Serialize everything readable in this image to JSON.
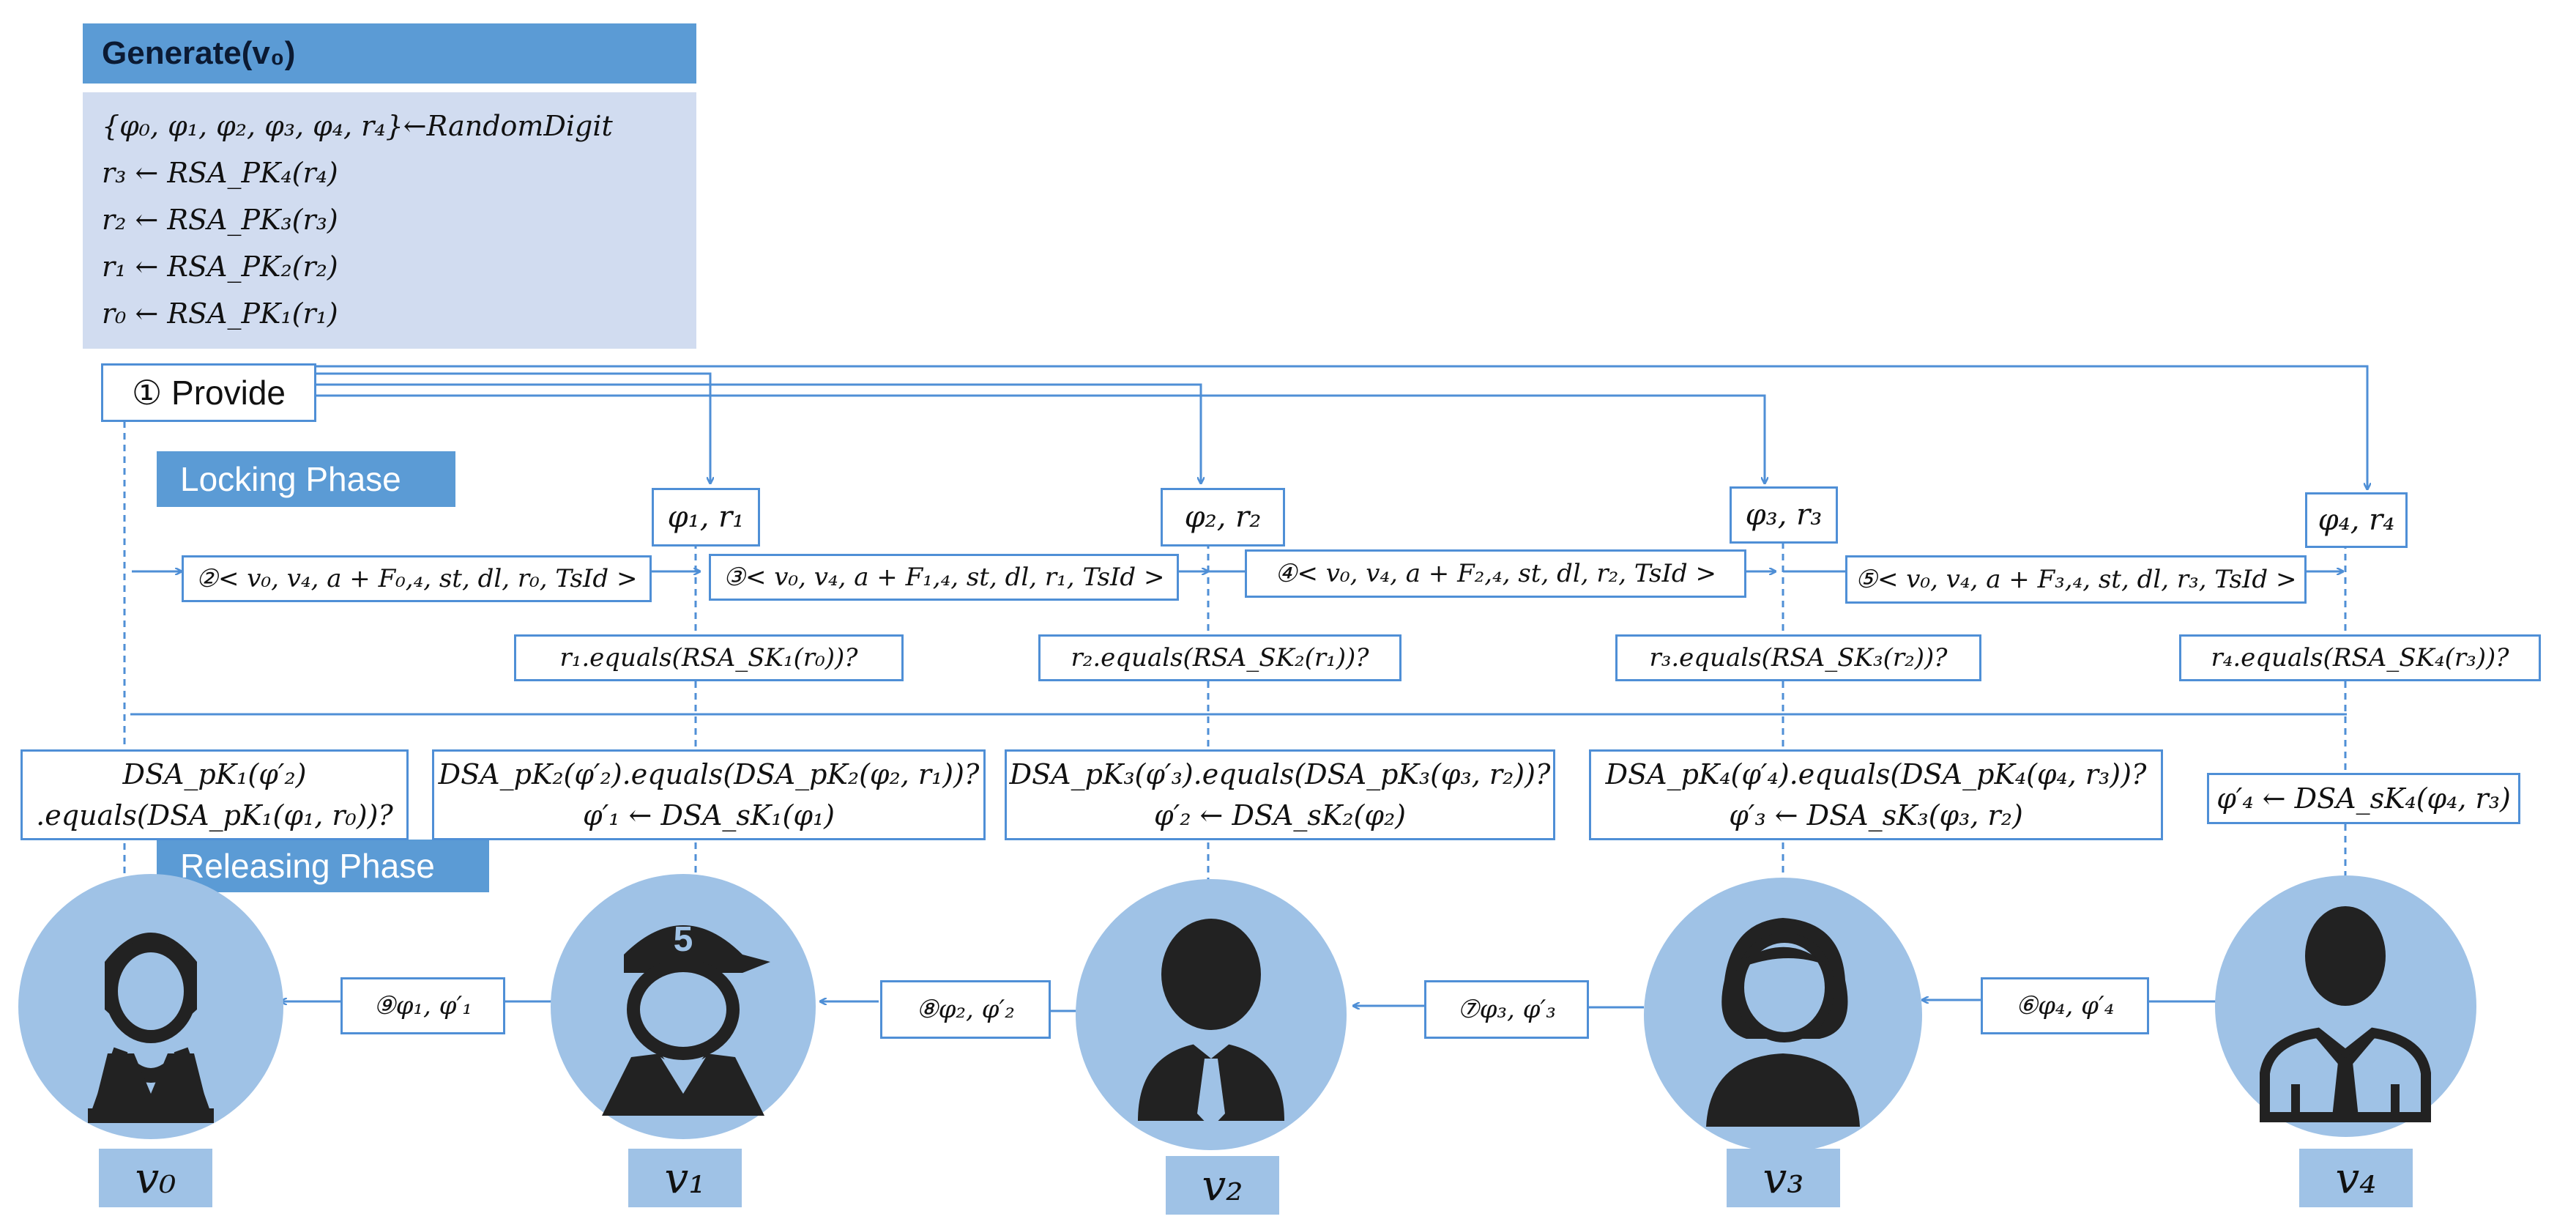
{
  "generate": {
    "title": "Generate(v₀)",
    "lines": [
      "{φ₀, φ₁, φ₂, φ₃, φ₄, r₄}←RandomDigit",
      "r₃ ← RSA_PK₄(r₄)",
      "r₂ ← RSA_PK₃(r₃)",
      "r₁ ← RSA_PK₂(r₂)",
      "r₀ ← RSA_PK₁(r₁)"
    ]
  },
  "provide_label": "① Provide",
  "phases": {
    "locking": "Locking Phase",
    "releasing": "Releasing Phase"
  },
  "secrets": [
    "φ₁, r₁",
    "φ₂, r₂",
    "φ₃, r₃",
    "φ₄, r₄"
  ],
  "lock_messages": [
    "②< v₀, v₄, a + F₀,₄, st, dl, r₀, TsId >",
    "③< v₀, v₄, a + F₁,₄, st, dl, r₁, TsId >",
    "④< v₀, v₄, a + F₂,₄, st, dl, r₂, TsId >",
    "⑤< v₀, v₄, a + F₃,₄, st, dl, r₃, TsId >"
  ],
  "checks": [
    "r₁.equals(RSA_SK₁(r₀))?",
    "r₂.equals(RSA_SK₂(r₁))?",
    "r₃.equals(RSA_SK₃(r₂))?",
    "r₄.equals(RSA_SK₄(r₃))?"
  ],
  "verifications": [
    {
      "line1": "DSA_pK₁(φ′₂)",
      "line2": ".equals(DSA_pK₁(φ₁, r₀))?"
    },
    {
      "line1": "DSA_pK₂(φ′₂).equals(DSA_pK₂(φ₂, r₁))?",
      "line2": "φ′₁ ← DSA_sK₁(φ₁)"
    },
    {
      "line1": "DSA_pK₃(φ′₃).equals(DSA_pK₃(φ₃, r₂))?",
      "line2": "φ′₂ ← DSA_sK₂(φ₂)"
    },
    {
      "line1": "DSA_pK₄(φ′₄).equals(DSA_pK₄(φ₄, r₃))?",
      "line2": "φ′₃ ← DSA_sK₃(φ₃, r₂)"
    },
    {
      "line1": "φ′₄ ← DSA_sK₄(φ₄, r₃)",
      "line2": ""
    }
  ],
  "release_messages": [
    "⑨φ₁, φ′₁",
    "⑧φ₂, φ′₂",
    "⑦φ₃, φ′₃",
    "⑥φ₄, φ′₄"
  ],
  "vehicles": [
    "v₀",
    "v₁",
    "v₂",
    "v₃",
    "v₄"
  ],
  "avatars": [
    "woman-icon",
    "cap-boy-icon",
    "businessman-icon",
    "user-icon",
    "man-shirt-icon"
  ],
  "colors": {
    "accent": "#5b9bd5",
    "panel": "#d1dcf0",
    "line": "#4f8fd6",
    "circle": "#9fc2e6",
    "icon": "#222222"
  }
}
